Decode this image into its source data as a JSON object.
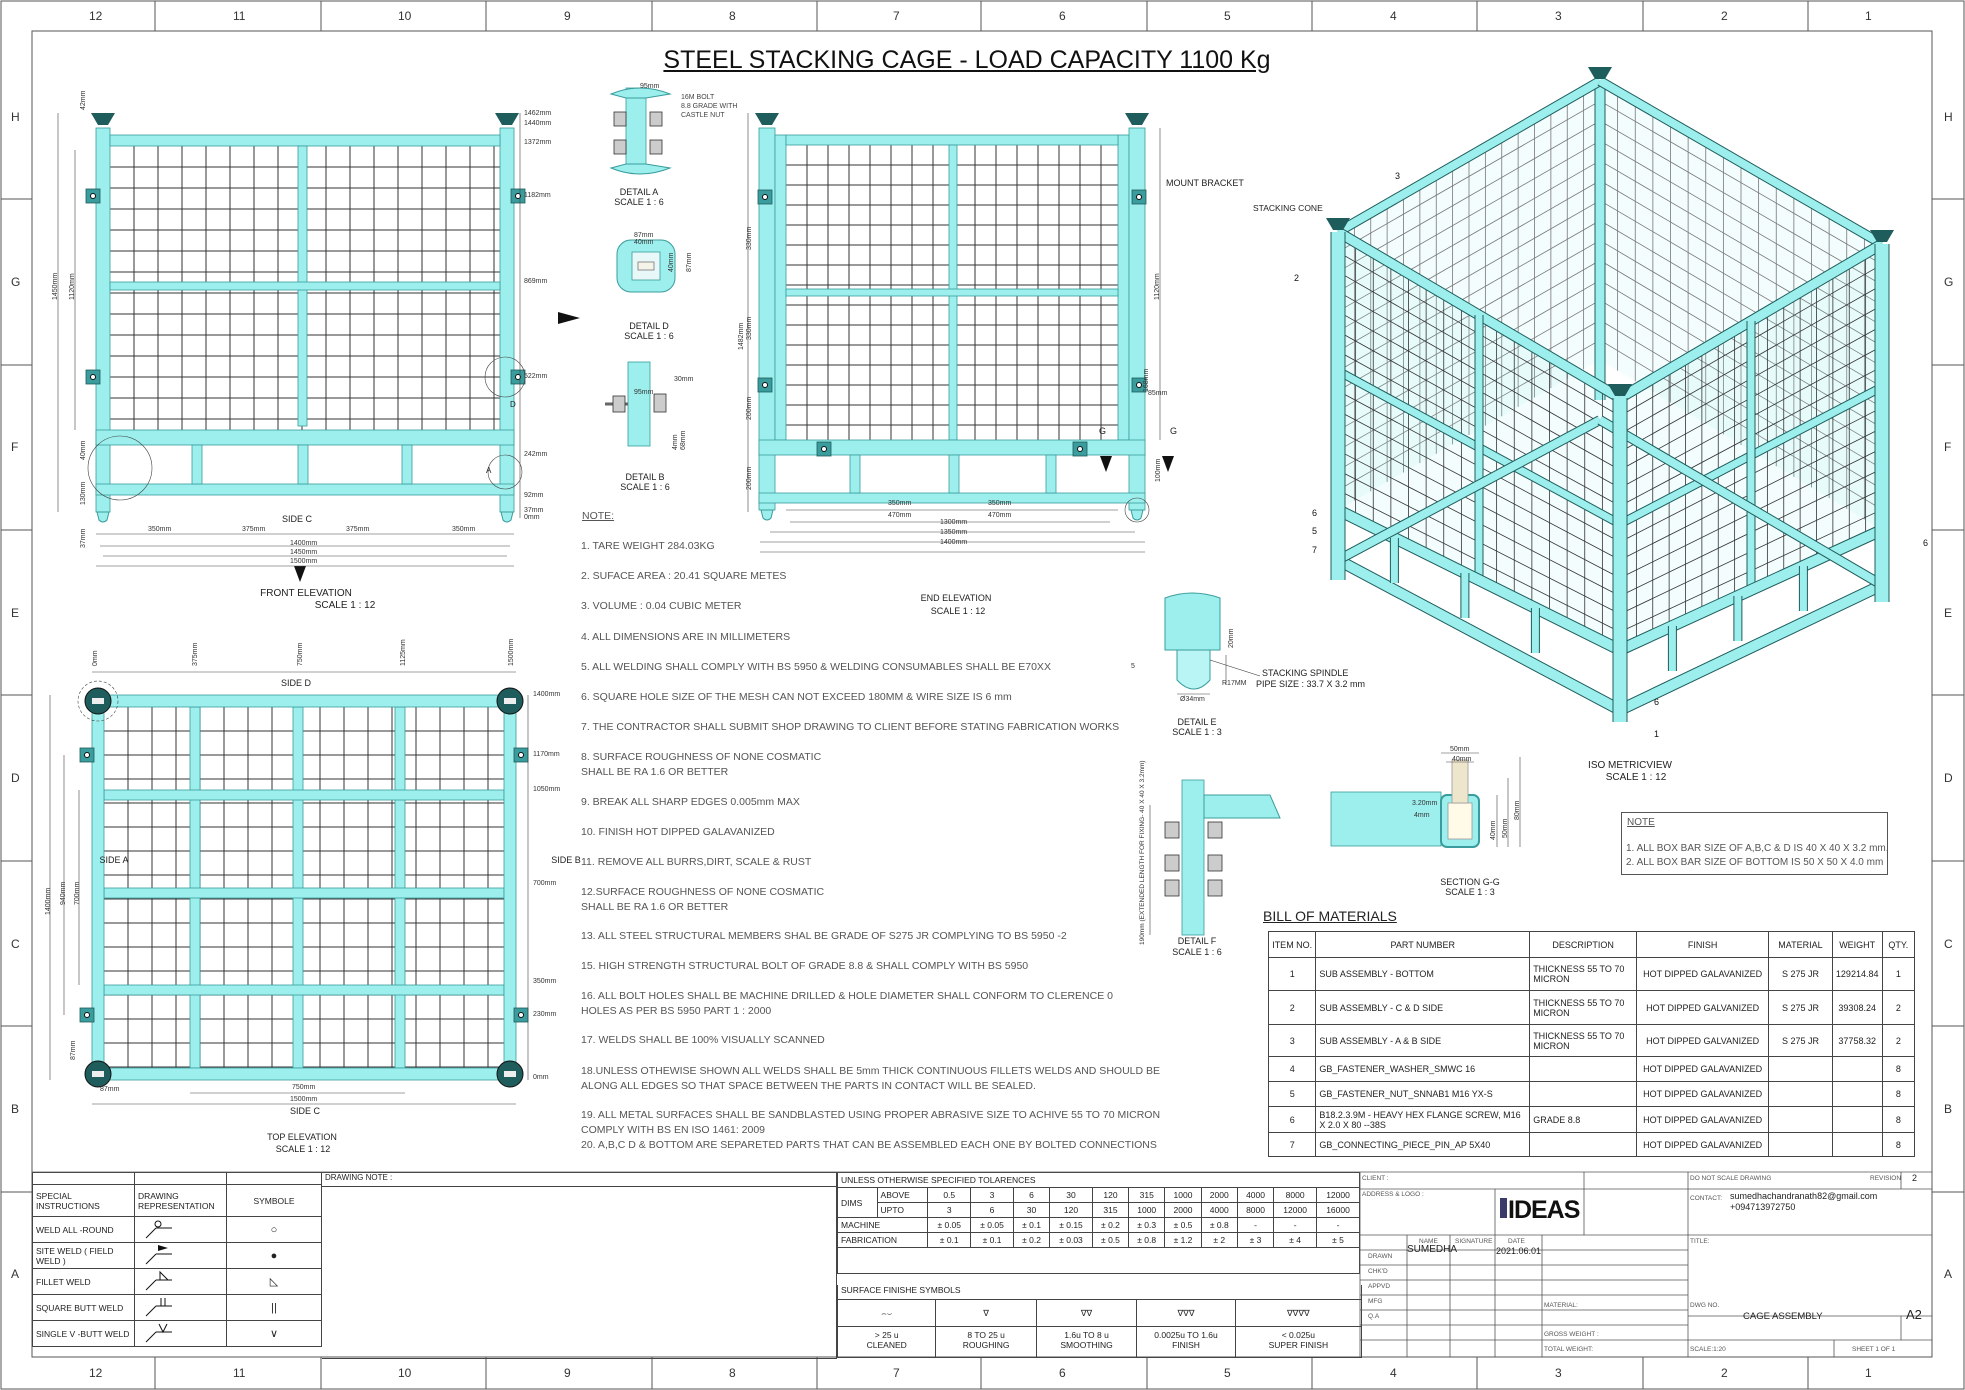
{
  "title": "STEEL STACKING CAGE - LOAD CAPACITY 1100 Kg",
  "border": {
    "columns": [
      "12",
      "11",
      "10",
      "9",
      "8",
      "7",
      "6",
      "5",
      "4",
      "3",
      "2",
      "1"
    ],
    "rows": [
      "H",
      "G",
      "F",
      "E",
      "D",
      "C",
      "B",
      "A"
    ]
  },
  "colors": {
    "steel": "#9cefed",
    "steel_edge": "#3a9c9c",
    "cone": "#1f5c5c",
    "mesh": "#333333"
  },
  "views": {
    "front": {
      "label": "FRONT ELEVATION",
      "scale": "SCALE 1 : 12",
      "side": "SIDE C",
      "dims_right": [
        "1462mm",
        "1440mm",
        "1372mm",
        "1182mm",
        "869mm",
        "522mm",
        "242mm",
        "92mm",
        "37mm",
        "0mm"
      ],
      "dims_bottom": [
        "350mm",
        "375mm",
        "375mm",
        "350mm",
        "1400mm",
        "1450mm",
        "1500mm"
      ],
      "dims_left": [
        "1450mm",
        "1120mm",
        "42mm",
        "40mm",
        "130mm",
        "37mm"
      ],
      "callouts": [
        "D",
        "A"
      ]
    },
    "end": {
      "label": "END ELEVATION",
      "scale": "SCALE 1 : 12",
      "mount_bracket": "MOUNT BRACKET",
      "dims_bottom": [
        "350mm",
        "350mm",
        "470mm",
        "470mm",
        "1300mm",
        "1350mm",
        "1400mm"
      ],
      "dims_left": [
        "1482mm",
        "330mm",
        "330mm",
        "200mm",
        "200mm"
      ],
      "dims_right": [
        "1120mm",
        "168mm",
        "85mm",
        "100mm"
      ],
      "section_marks": [
        "G",
        "G"
      ]
    },
    "top": {
      "label": "TOP ELEVATION",
      "scale": "SCALE 1 : 12",
      "sides": [
        "SIDE D",
        "SIDE A",
        "SIDE B",
        "SIDE C"
      ],
      "dims_top": [
        "375mm",
        "750mm",
        "1125mm",
        "1500mm",
        "0mm"
      ],
      "dims_right": [
        "1400mm",
        "1170mm",
        "1050mm",
        "700mm",
        "350mm",
        "230mm",
        "0mm"
      ],
      "dims_left": [
        "1400mm",
        "940mm",
        "700mm"
      ],
      "dims_bottom": [
        "750mm",
        "1500mm",
        "87mm",
        "87mm"
      ]
    },
    "iso": {
      "label": "ISO METRICVIEW",
      "scale": "SCALE 1 : 12",
      "stacking_cone": "STACKING CONE",
      "balloons": [
        "3",
        "2",
        "6",
        "5",
        "7",
        "6",
        "6",
        "1"
      ]
    }
  },
  "details": {
    "a": {
      "label": "DETAIL A",
      "scale": "SCALE 1 : 6",
      "dim": "95mm",
      "note": [
        "16M BOLT",
        "8.8 GRADE WITH",
        "CASTLE NUT"
      ]
    },
    "d": {
      "label": "DETAIL D",
      "scale": "SCALE 1 : 6",
      "dims": [
        "87mm",
        "40mm",
        "40mm",
        "87mm"
      ]
    },
    "b": {
      "label": "DETAIL B",
      "scale": "SCALE 1 : 6",
      "dims": [
        "95mm",
        "30mm",
        "4mm",
        "68mm"
      ]
    },
    "e": {
      "label": "DETAIL E",
      "scale": "SCALE 1 : 3",
      "spindle": "STACKING SPINDLE",
      "pipe": "PIPE SIZE : 33.7 X 3.2 mm",
      "dims": [
        "20mm",
        "R17MM",
        "Ø34mm",
        "5"
      ]
    },
    "f": {
      "label": "DETAIL F",
      "scale": "SCALE 1 : 6",
      "dim": "190mm (EXTENDED LENGTH FOR FIXING- 40 X 40 X 3.2mm)"
    },
    "gg": {
      "label": "SECTION G-G",
      "scale": "SCALE 1 : 3",
      "dims": [
        "50mm",
        "40mm",
        "3.20mm",
        "4mm",
        "40mm",
        "50mm",
        "80mm"
      ]
    }
  },
  "notes": {
    "heading": "NOTE:",
    "items": [
      [
        "1. TARE WEIGHT 284.03KG"
      ],
      [
        "2. SUFACE AREA : 20.41 SQUARE METES"
      ],
      [
        "3. VOLUME : 0.04 CUBIC METER"
      ],
      [
        "4. ALL DIMENSIONS ARE IN MILLIMETERS"
      ],
      [
        "5. ALL WELDING SHALL  COMPLY WITH BS 5950 & WELDING  CONSUMABLES SHALL BE E70XX"
      ],
      [
        "6.  SQUARE HOLE SIZE OF THE MESH CAN NOT EXCEED 180MM & WIRE SIZE IS 6 mm"
      ],
      [
        "7. THE CONTRACTOR SHALL SUBMIT SHOP DRAWING TO CLIENT BEFORE STATING FABRICATION WORKS"
      ],
      [
        "8. SURFACE ROUGHNESS OF NONE COSMATIC",
        "   SHALL   BE RA  1.6 OR BETTER"
      ],
      [
        "9. BREAK ALL SHARP EDGES 0.005mm MAX"
      ],
      [
        "10. FINISH HOT DIPPED GALAVANIZED"
      ],
      [
        "11. REMOVE ALL BURRS,DIRT, SCALE & RUST"
      ],
      [
        "12.SURFACE ROUGHNESS OF NONE COSMATIC",
        "   SHALL   BE RA  1.6 OR BETTER"
      ],
      [
        "13. ALL STEEL STRUCTURAL MEMBERS SHAL BE GRADE OF  S275 JR COMPLYING TO BS 5950 -2"
      ],
      [
        "15. HIGH STRENGTH STRUCTURAL BOLT OF GRADE 8.8 & SHALL COMPLY WITH BS 5950"
      ],
      [
        "16. ALL BOLT HOLES SHALL BE MACHINE DRILLED   & HOLE DIAMETER SHALL CONFORM TO  CLERENCE 0",
        "     HOLES  AS PER BS 5950  PART  1 : 2000"
      ],
      [
        "17. WELDS SHALL BE 100% VISUALLY SCANNED"
      ],
      [
        "18.UNLESS OTHEWISE SHOWN ALL WELDS SHALL BE  5mm THICK CONTINUOUS FILLETS WELDS   AND SHOULD BE",
        "     ALONG ALL EDGES SO  THAT  SPACE BETWEEN THE PARTS IN CONTACT WILL BE SEALED."
      ],
      [
        "19. ALL METAL SURFACES  SHALL BE SANDBLASTED  USING PROPER ABRASIVE SIZE TO ACHIVE 55 TO 70 MICRON",
        "     COMPLY WITH BS EN ISO 1461: 2009"
      ],
      [
        "20. A,B,C D & BOTTOM ARE SEPARETED PARTS THAT CAN BE ASSEMBLED EACH ONE BY BOLTED CONNECTIONS"
      ]
    ]
  },
  "box_note": {
    "heading": "NOTE",
    "items": [
      "1. ALL BOX BAR SIZE OF A,B,C & D IS 40 X 40 X 3.2 mm.",
      "2. ALL  BOX BAR SIZE OF BOTTOM IS 50 X 50 X 4.0 mm"
    ]
  },
  "bom": {
    "title": "BILL OF MATERIALS",
    "headers": [
      "ITEM NO.",
      "PART NUMBER",
      "DESCRIPTION",
      "FINISH",
      "MATERIAL",
      "WEIGHT",
      "QTY."
    ],
    "rows": [
      [
        "1",
        "SUB ASSEMBLY - BOTTOM",
        "THICKNESS 55 TO 70 MICRON",
        "HOT DIPPED GALAVANIZED",
        "S 275 JR",
        "129214.84",
        "1"
      ],
      [
        "2",
        "SUB ASSEMBLY - C & D SIDE",
        "THICKNESS 55 TO 70 MICRON",
        "HOT DIPPED GALVANIZED",
        "S 275 JR",
        "39308.24",
        "2"
      ],
      [
        "3",
        "SUB ASSEMBLY - A & B SIDE",
        "THICKNESS 55 TO 70 MICRON",
        "HOT DIPPED GALVANIZED",
        "S 275 JR",
        "37758.32",
        "2"
      ],
      [
        "4",
        "GB_FASTENER_WASHER_SMWC 16",
        "",
        "HOT DIPPED GALAVANIZED",
        "",
        "",
        "8"
      ],
      [
        "5",
        "GB_FASTENER_NUT_SNNAB1 M16 YX-S",
        "",
        "HOT DIPPED GALAVANIZED",
        "",
        "",
        "8"
      ],
      [
        "6",
        "B18.2.3.9M - HEAVY HEX FLANGE SCREW, M16 X 2.0 X 80 --38S",
        "GRADE 8.8",
        "HOT DIPPED GALAVANIZED",
        "",
        "",
        "8"
      ],
      [
        "7",
        "GB_CONNECTING_PIECE_PIN_AP 5X40",
        "",
        "HOT DIPPED GALAVANIZED",
        "",
        "",
        "8"
      ]
    ]
  },
  "weld_table": {
    "headers": [
      "SPECIAL INSTRUCTIONS",
      "DRAWING REPRESENTATION",
      "SYMBOLE"
    ],
    "drawing_note": "DRAWING NOTE :",
    "rows": [
      {
        "name": "WELD ALL -ROUND",
        "symbol": "○"
      },
      {
        "name": "SITE WELD ( FIELD WELD )",
        "symbol": "●"
      },
      {
        "name": "FILLET WELD",
        "symbol": "◺"
      },
      {
        "name": "SQUARE BUTT WELD",
        "symbol": "||"
      },
      {
        "name": "SINGLE V -BUTT WELD",
        "symbol": "∨"
      }
    ]
  },
  "tolerances": {
    "title": "UNLESS OTHERWISE SPECIFIED TOLARENCES",
    "dims_label": "DIMS",
    "above_label": "ABOVE",
    "upto_label": "UPTO",
    "above": [
      "0.5",
      "3",
      "6",
      "30",
      "120",
      "315",
      "1000",
      "2000",
      "4000",
      "8000",
      "12000"
    ],
    "upto": [
      "3",
      "6",
      "30",
      "120",
      "315",
      "1000",
      "2000",
      "4000",
      "8000",
      "12000",
      "16000"
    ],
    "machine_label": "MACHINE",
    "machine": [
      "± 0.05",
      "± 0.05",
      "± 0.1",
      "± 0.15",
      "± 0.2",
      "± 0.3",
      "± 0.5",
      "± 0.8",
      "-",
      "-",
      "-"
    ],
    "fabrication_label": "FABRICATION",
    "fabrication": [
      "± 0.1",
      "± 0.1",
      "± 0.2",
      "± 0.03",
      "± 0.5",
      "± 0.8",
      "± 1.2",
      "± 2",
      "± 3",
      "± 4",
      "± 5"
    ],
    "surface_title": "SURFACE FINISHE SYMBOLS",
    "surface": [
      {
        "symbol": "⌢⌣",
        "range": "> 25 u",
        "name": "CLEANED"
      },
      {
        "symbol": "∇",
        "range": "8 TO 25 u",
        "name": "ROUGHING"
      },
      {
        "symbol": "∇∇",
        "range": "1.6u TO 8 u",
        "name": "SMOOTHING"
      },
      {
        "symbol": "∇∇∇",
        "range": "0.0025u TO  1.6u",
        "name": "FINISH"
      },
      {
        "symbol": "∇∇∇∇",
        "range": "<  0.025u",
        "name": "SUPER FINISH"
      }
    ]
  },
  "title_block": {
    "client_label": "CLIENT :",
    "address_label": "ADDRESS & LOGO :",
    "logo": "IDEAS",
    "headers": [
      "NAME",
      "SIGNATURE",
      "DATE"
    ],
    "roles": [
      "DRAWN",
      "CHK'D",
      "APPVD",
      "MFG",
      "Q.A"
    ],
    "drawn_name": "SUMEDHA",
    "drawn_date": "2021.06.01",
    "material_label": "MATERIAL:",
    "gross_weight_label": "GROSS WEIGHT :",
    "total_weight_label": "TOTAL WEIGHT:",
    "do_not_scale": "DO NOT SCALE DRAWING",
    "revision_label": "REVISION",
    "revision": "2",
    "contact_label": "CONTACT:",
    "contact_email": "sumedhachandranath82@gmail.com",
    "contact_phone": "+094713972750",
    "title_label": "TITLE:",
    "dwg_no_label": "DWG NO.",
    "dwg_no": "CAGE ASSEMBLY",
    "size": "A2",
    "scale": "SCALE:1:20",
    "sheet": "SHEET 1 OF 1"
  }
}
